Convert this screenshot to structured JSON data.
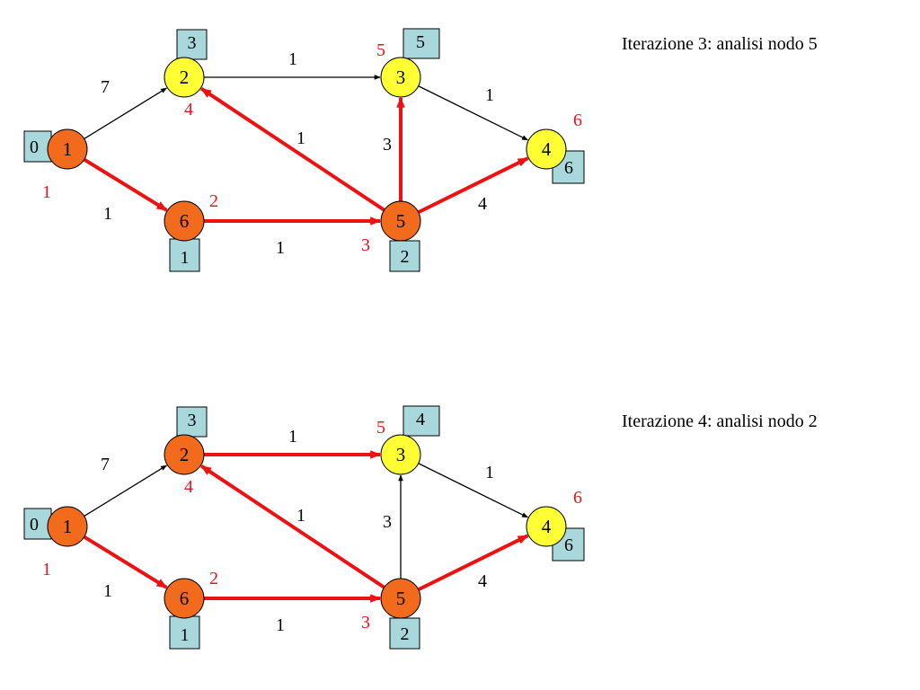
{
  "colors": {
    "visited": "#f26a1b",
    "frontier": "#ffff33",
    "tree_edge": "#ee1111",
    "plain_edge": "#000000",
    "box": "#a9d8dc",
    "pred_text": "#e8141b",
    "text": "#000000"
  },
  "diagrams": [
    {
      "caption": "Iterazione 3: analisi nodo 5",
      "nodes": [
        {
          "id": "1",
          "label": "1",
          "state": "visited",
          "distance": "0",
          "pred": "1"
        },
        {
          "id": "2",
          "label": "2",
          "state": "frontier",
          "distance": "3",
          "pred": "4"
        },
        {
          "id": "3",
          "label": "3",
          "state": "frontier",
          "distance": "5",
          "pred": "5"
        },
        {
          "id": "4",
          "label": "4",
          "state": "frontier",
          "distance": "6",
          "pred": "6"
        },
        {
          "id": "5",
          "label": "5",
          "state": "visited",
          "distance": "2",
          "pred": "3"
        },
        {
          "id": "6",
          "label": "6",
          "state": "visited",
          "distance": "1",
          "pred": "2"
        }
      ],
      "edges": [
        {
          "from": "1",
          "to": "2",
          "weight": "7",
          "tree": false
        },
        {
          "from": "1",
          "to": "6",
          "weight": "1",
          "tree": true
        },
        {
          "from": "2",
          "to": "3",
          "weight": "1",
          "tree": false
        },
        {
          "from": "3",
          "to": "4",
          "weight": "1",
          "tree": false
        },
        {
          "from": "6",
          "to": "5",
          "weight": "1",
          "tree": true
        },
        {
          "from": "5",
          "to": "2",
          "weight": "1",
          "tree": true
        },
        {
          "from": "5",
          "to": "3",
          "weight": "3",
          "tree": true
        },
        {
          "from": "5",
          "to": "4",
          "weight": "4",
          "tree": true
        }
      ]
    },
    {
      "caption": "Iterazione 4: analisi nodo 2",
      "nodes": [
        {
          "id": "1",
          "label": "1",
          "state": "visited",
          "distance": "0",
          "pred": "1"
        },
        {
          "id": "2",
          "label": "2",
          "state": "visited",
          "distance": "3",
          "pred": "4"
        },
        {
          "id": "3",
          "label": "3",
          "state": "frontier",
          "distance": "4",
          "pred": "5"
        },
        {
          "id": "4",
          "label": "4",
          "state": "frontier",
          "distance": "6",
          "pred": "6"
        },
        {
          "id": "5",
          "label": "5",
          "state": "visited",
          "distance": "2",
          "pred": "3"
        },
        {
          "id": "6",
          "label": "6",
          "state": "visited",
          "distance": "1",
          "pred": "2"
        }
      ],
      "edges": [
        {
          "from": "1",
          "to": "2",
          "weight": "7",
          "tree": false
        },
        {
          "from": "1",
          "to": "6",
          "weight": "1",
          "tree": true
        },
        {
          "from": "2",
          "to": "3",
          "weight": "1",
          "tree": true
        },
        {
          "from": "3",
          "to": "4",
          "weight": "1",
          "tree": false
        },
        {
          "from": "6",
          "to": "5",
          "weight": "1",
          "tree": true
        },
        {
          "from": "5",
          "to": "2",
          "weight": "1",
          "tree": true
        },
        {
          "from": "5",
          "to": "3",
          "weight": "3",
          "tree": false
        },
        {
          "from": "5",
          "to": "4",
          "weight": "4",
          "tree": true
        }
      ]
    }
  ]
}
